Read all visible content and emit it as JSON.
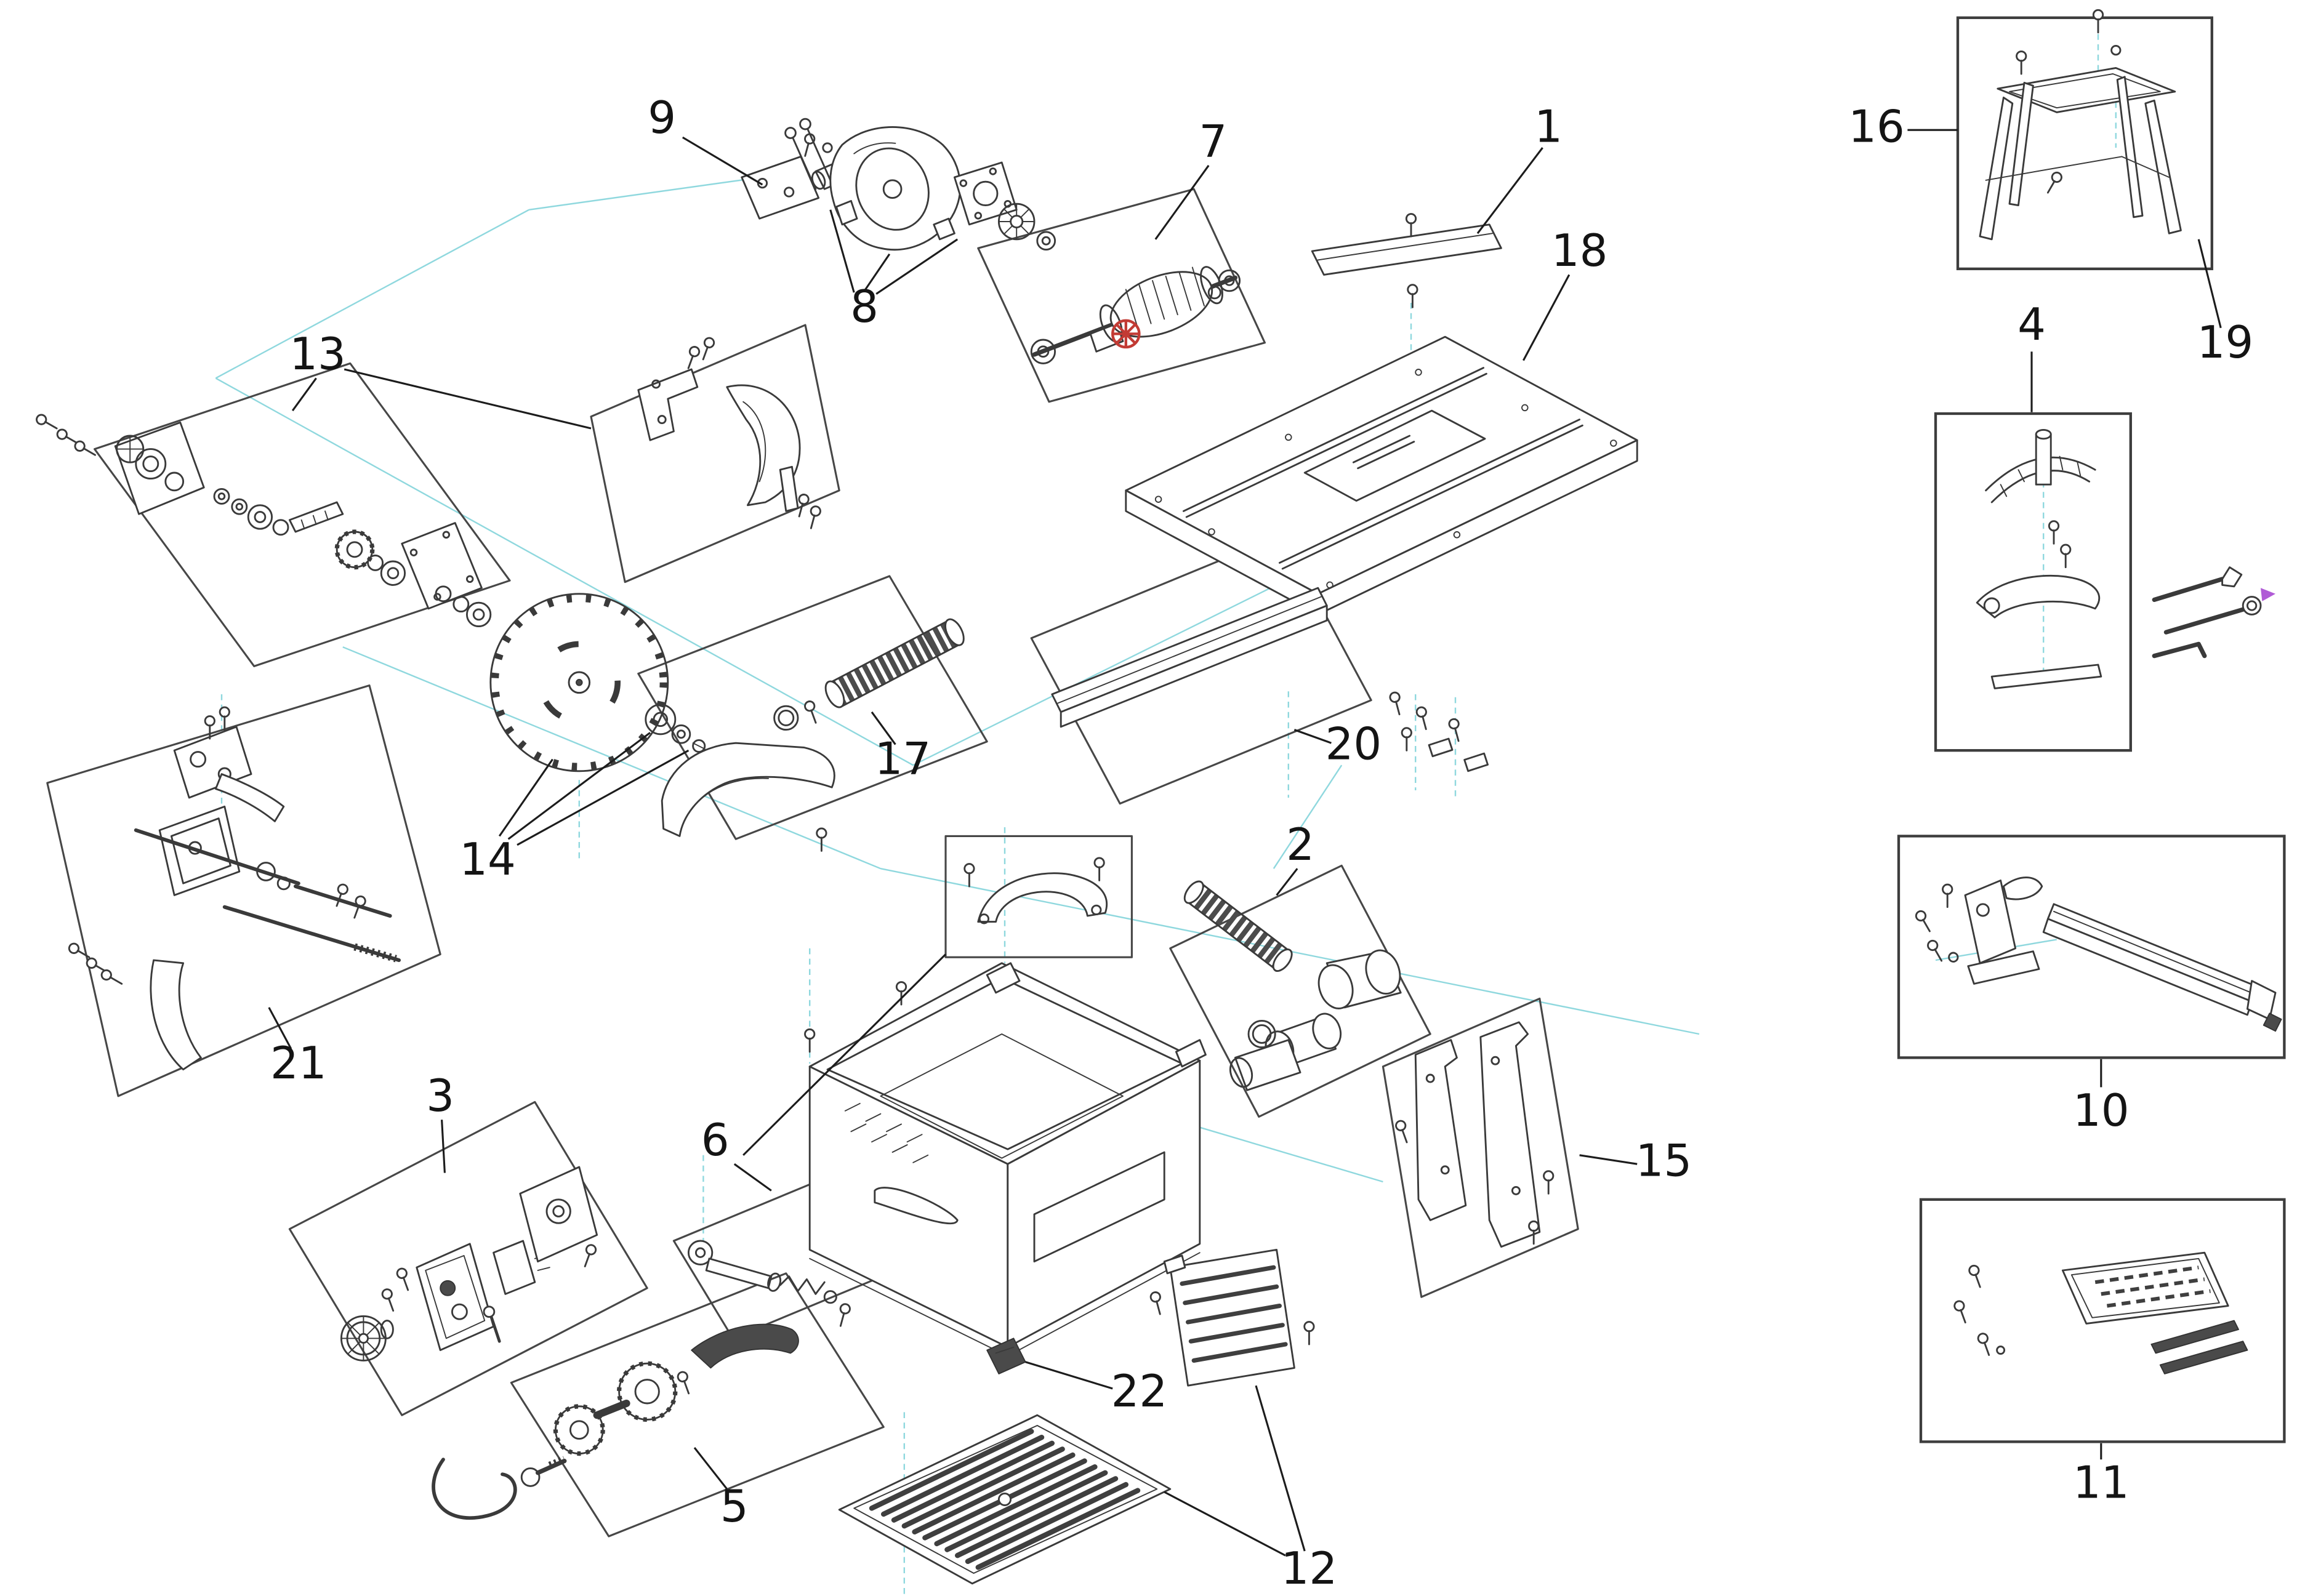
{
  "figure": {
    "labels": {
      "p1": "1",
      "p2": "2",
      "p3": "3",
      "p4": "4",
      "p5": "5",
      "p6": "6",
      "p7": "7",
      "p8": "8",
      "p9": "9",
      "p10": "10",
      "p11": "11",
      "p12": "12",
      "p13": "13",
      "p14": "14",
      "p15": "15",
      "p16": "16",
      "p17": "17",
      "p18": "18",
      "p19": "19",
      "p20": "20",
      "p21": "21",
      "p22": "22"
    },
    "colors": {
      "line": "#3a3a3a",
      "panel": "#474747",
      "construction": "#8fd8de",
      "dark_fill": "#4a4a4a",
      "accent_red": "#c23b34",
      "accent_magenta": "#b05bd6",
      "background": "#ffffff"
    }
  }
}
